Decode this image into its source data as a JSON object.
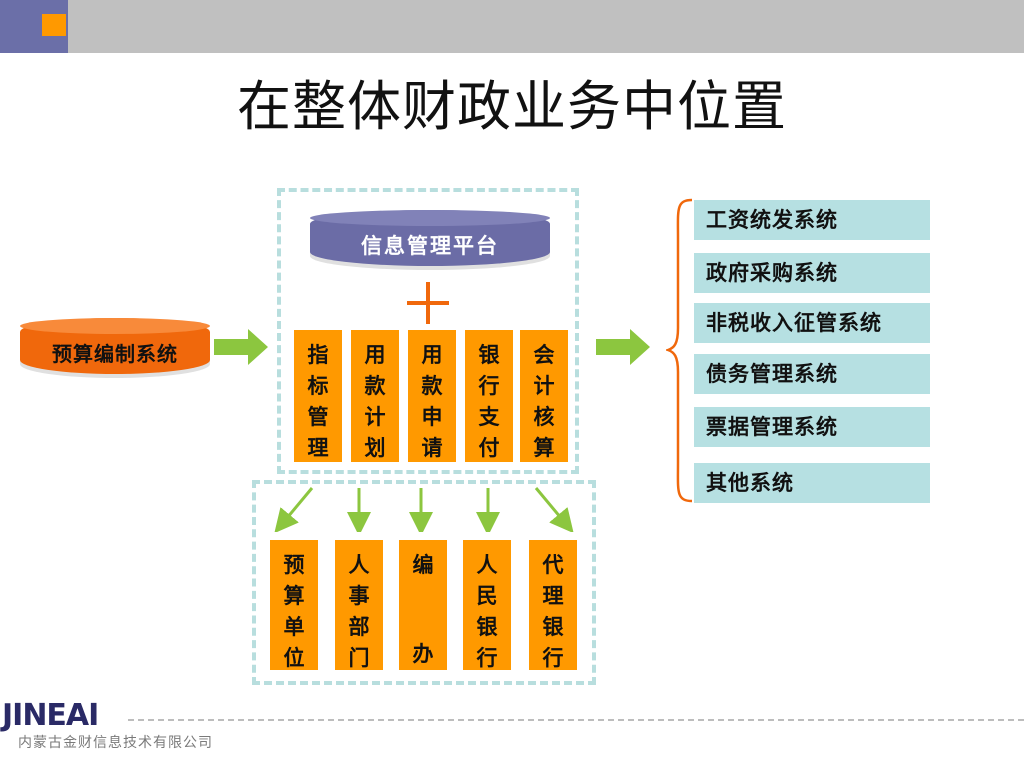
{
  "title": "在整体财政业务中位置",
  "platform_label": "信息管理平台",
  "budget_label": "预算编制系统",
  "plus_symbol": "+",
  "modules": [
    {
      "chars": [
        "指",
        "标",
        "管",
        "理"
      ]
    },
    {
      "chars": [
        "用",
        "款",
        "计",
        "划"
      ]
    },
    {
      "chars": [
        "用",
        "款",
        "申",
        "请"
      ]
    },
    {
      "chars": [
        "银",
        "行",
        "支",
        "付"
      ]
    },
    {
      "chars": [
        "会",
        "计",
        "核",
        "算"
      ]
    }
  ],
  "participants": [
    {
      "chars": [
        "预",
        "算",
        "单",
        "位"
      ]
    },
    {
      "chars": [
        "人",
        "事",
        "部",
        "门"
      ]
    },
    {
      "chars": [
        "编",
        "",
        "",
        "办"
      ]
    },
    {
      "chars": [
        "人",
        "民",
        "银",
        "行"
      ]
    },
    {
      "chars": [
        "代",
        "理",
        "银",
        "行"
      ]
    }
  ],
  "systems": [
    "工资统发系统",
    "政府采购系统",
    "非税收入征管系统",
    "债务管理系统",
    "票据管理系统",
    "其他系统"
  ],
  "footer": {
    "logo_text": "JINEAI",
    "company": "内蒙古金财信息技术有限公司"
  },
  "colors": {
    "orange": "#ff9900",
    "purple": "#6b6ca6",
    "budget_orange": "#f0680c",
    "green_arrow": "#8cc63f",
    "teal_box": "#b6e0e2",
    "dashed_frame": "#b8dede"
  }
}
